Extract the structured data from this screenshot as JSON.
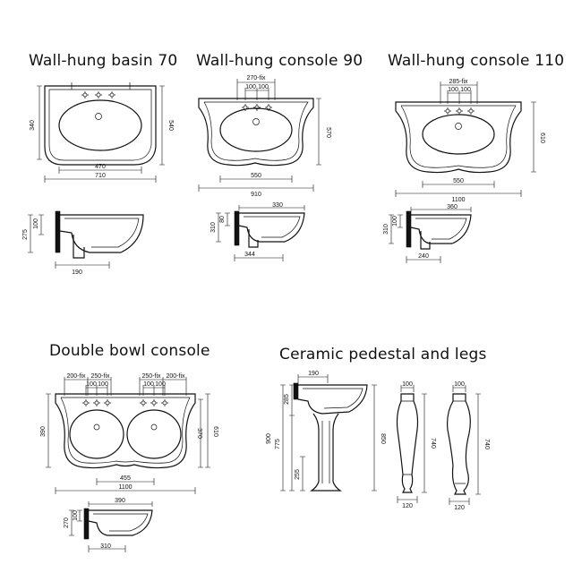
{
  "titles": {
    "basin70": "Wall-hung basin 70",
    "console90": "Wall-hung console 90",
    "console110": "Wall-hung console 110",
    "double": "Double bowl console",
    "pedestal": "Ceramic pedestal and legs"
  },
  "dims": {
    "basin70": {
      "height": "340",
      "height_total": "540",
      "bowl_width": "470",
      "width": "710",
      "side_total": "275",
      "side_small": "100",
      "depth": "190"
    },
    "console90": {
      "fix": "270-fix",
      "fix_a": "100",
      "fix_b": "100",
      "height_total": "570",
      "bowl_width": "550",
      "width": "910",
      "side_width": "330",
      "side_total": "310",
      "side_small": "80",
      "depth": "344"
    },
    "console110": {
      "fix": "285-fix",
      "fix_a": "100",
      "fix_b": "100",
      "height_total": "610",
      "bowl_width": "550",
      "width": "1100",
      "side_width": "360",
      "side_total": "310",
      "side_small": "100",
      "depth": "240"
    },
    "double": {
      "fix1": "200-fix",
      "fix2": "250-fix",
      "fix3": "250-fix",
      "fix4": "200-fix",
      "f1a": "100",
      "f1b": "100",
      "f2a": "100",
      "f2b": "100",
      "height": "390",
      "height_mid": "370",
      "height_total": "610",
      "bowl_spacing": "455",
      "width": "1100",
      "side_width": "390",
      "side_total": "270",
      "side_small": "100",
      "depth": "310"
    },
    "pedestal": {
      "top": "190",
      "upper": "285",
      "total": "900",
      "mid": "775",
      "low": "255",
      "height": "850",
      "leg1_top": "100",
      "leg1_height": "740",
      "leg1_bottom": "120",
      "leg2_top": "100",
      "leg2_height": "740",
      "leg2_bottom": "120"
    }
  }
}
